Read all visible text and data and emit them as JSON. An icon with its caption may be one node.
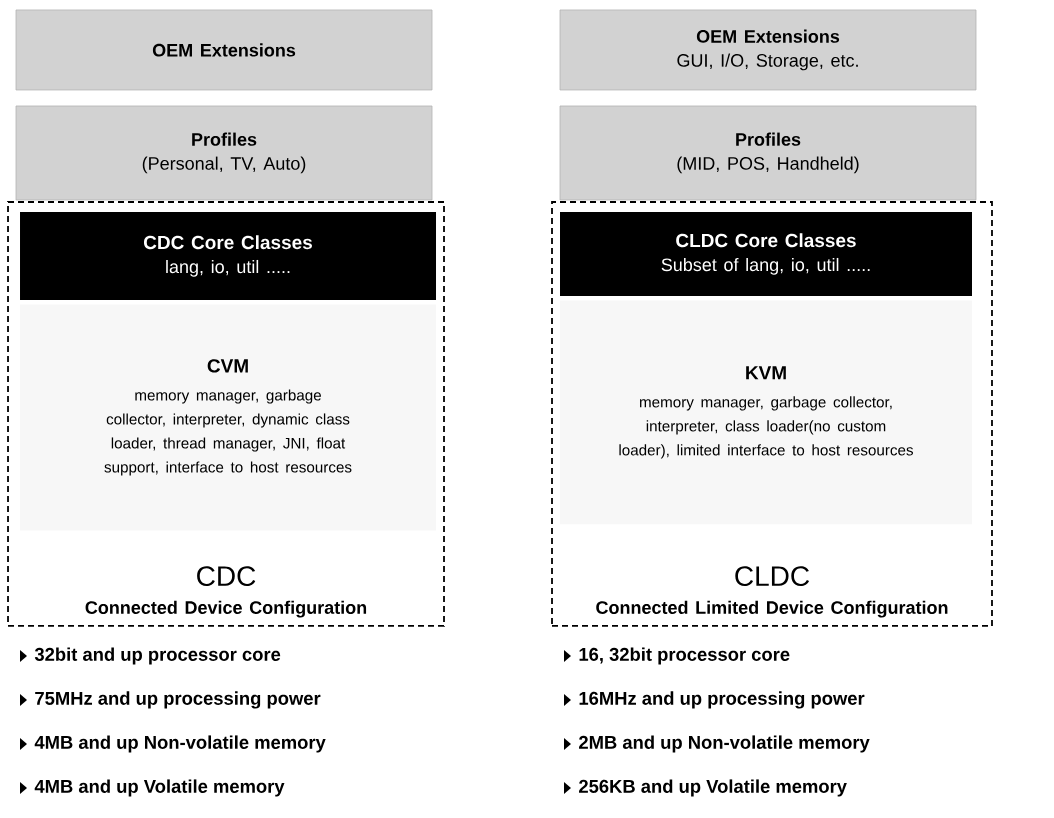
{
  "diagram": {
    "nodes": [
      {
        "text": [
          "OEM Extensions"
        ]
      },
      {
        "text": [
          "Profiles",
          "(Personal, TV, Auto)"
        ]
      },
      {
        "text": [
          "CDC",
          "Connected Device Configuration"
        ]
      },
      {
        "text": [
          "CDC Core Classes",
          "lang, io, util ....."
        ],
        "in": 2
      },
      {
        "text": [
          "CVM",
          "memory manager, garbage collector, interpreter, dynamic class loader, thread manager, JNI, float support, interface to host resources"
        ],
        "in": 2
      },
      {
        "text": [
          "OEM Extensions",
          "GUI, I/O, Storage, etc."
        ]
      },
      {
        "text": [
          "Profiles",
          "(MID, POS, Handheld)"
        ]
      },
      {
        "text": [
          "CLDC",
          "Connected Limited Device Configuration"
        ]
      },
      {
        "text": [
          "CLDC Core Classes",
          "Subset of lang, io, util ....."
        ],
        "in": 7
      },
      {
        "text": [
          "KVM",
          "memory manager, garbage collector, interpreter, class loader(no custom loader), limited interface to host resources"
        ],
        "in": 7
      }
    ],
    "labels": [
      "32bit and up processor core",
      "75MHz and up processing power",
      "4MB and up Non-volatile memory",
      "4MB and up Volatile memory",
      "16, 32bit processor core",
      "16MHz and up processing power",
      "2MB and up Non-volatile memory",
      "256KB and up Volatile memory"
    ]
  }
}
